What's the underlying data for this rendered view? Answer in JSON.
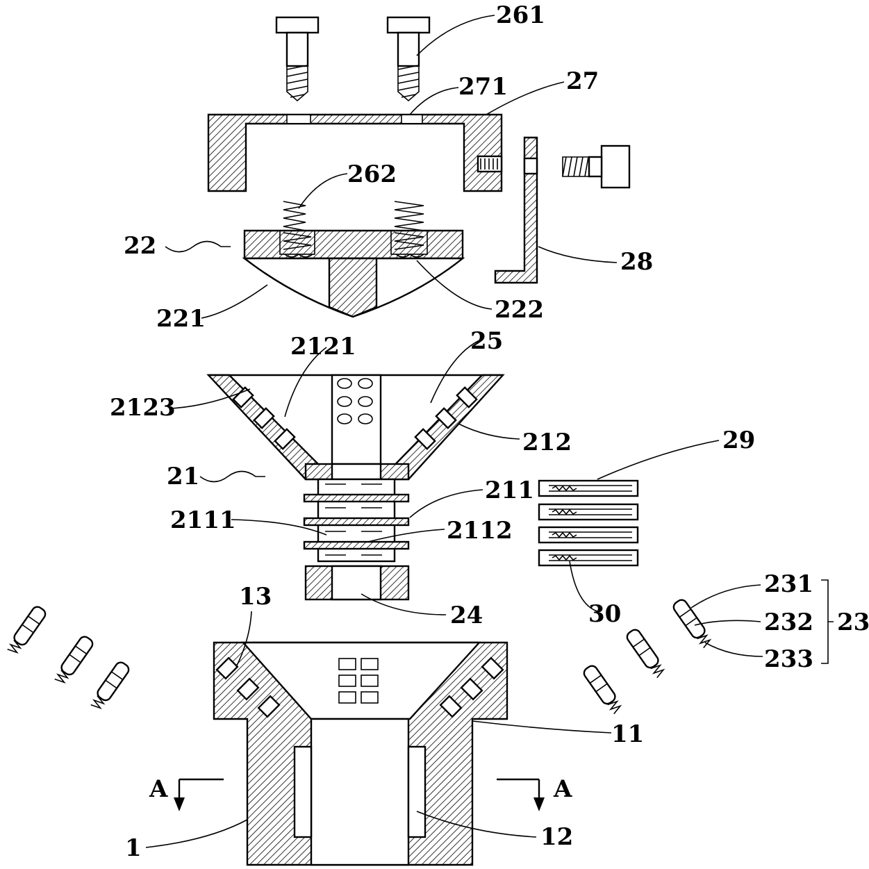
{
  "labels": {
    "l261": "261",
    "l271": "271",
    "l27": "27",
    "l262": "262",
    "l22": "22",
    "l28": "28",
    "l221": "221",
    "l222": "222",
    "l2121": "2121",
    "l25": "25",
    "l2123": "2123",
    "l212": "212",
    "l29": "29",
    "l21": "21",
    "l211": "211",
    "l2111": "2111",
    "l2112": "2112",
    "l13": "13",
    "l24": "24",
    "l30": "30",
    "l231": "231",
    "l232": "232",
    "l233": "233",
    "l23": "23",
    "l11": "11",
    "lA1": "A",
    "lA2": "A",
    "l1": "1",
    "l12": "12"
  }
}
